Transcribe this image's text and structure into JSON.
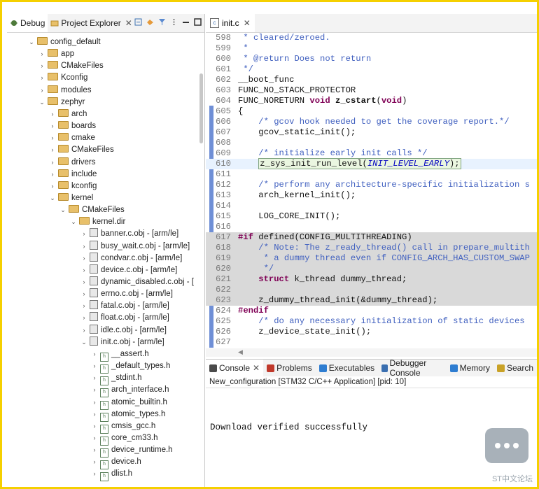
{
  "left_tabs": [
    {
      "label": "Debug"
    },
    {
      "label": "Project Explorer"
    }
  ],
  "tree": [
    {
      "depth": 0,
      "type": "folder",
      "open": true,
      "label": "config_default"
    },
    {
      "depth": 1,
      "type": "folder",
      "open": false,
      "label": "app"
    },
    {
      "depth": 1,
      "type": "folder",
      "open": false,
      "label": "CMakeFiles"
    },
    {
      "depth": 1,
      "type": "folder",
      "open": false,
      "label": "Kconfig"
    },
    {
      "depth": 1,
      "type": "folder",
      "open": false,
      "label": "modules"
    },
    {
      "depth": 1,
      "type": "folder",
      "open": true,
      "label": "zephyr"
    },
    {
      "depth": 2,
      "type": "folder",
      "open": false,
      "label": "arch"
    },
    {
      "depth": 2,
      "type": "folder",
      "open": false,
      "label": "boards"
    },
    {
      "depth": 2,
      "type": "folder",
      "open": false,
      "label": "cmake"
    },
    {
      "depth": 2,
      "type": "folder",
      "open": false,
      "label": "CMakeFiles"
    },
    {
      "depth": 2,
      "type": "folder",
      "open": false,
      "label": "drivers"
    },
    {
      "depth": 2,
      "type": "folder",
      "open": false,
      "label": "include"
    },
    {
      "depth": 2,
      "type": "folder",
      "open": false,
      "label": "kconfig"
    },
    {
      "depth": 2,
      "type": "folder",
      "open": true,
      "label": "kernel"
    },
    {
      "depth": 3,
      "type": "folder",
      "open": true,
      "label": "CMakeFiles"
    },
    {
      "depth": 4,
      "type": "folder",
      "open": true,
      "label": "kernel.dir"
    },
    {
      "depth": 5,
      "type": "obj",
      "open": false,
      "label": "banner.c.obj - [arm/le]"
    },
    {
      "depth": 5,
      "type": "obj",
      "open": false,
      "label": "busy_wait.c.obj - [arm/le]"
    },
    {
      "depth": 5,
      "type": "obj",
      "open": false,
      "label": "condvar.c.obj - [arm/le]"
    },
    {
      "depth": 5,
      "type": "obj",
      "open": false,
      "label": "device.c.obj - [arm/le]"
    },
    {
      "depth": 5,
      "type": "obj",
      "open": false,
      "label": "dynamic_disabled.c.obj - ["
    },
    {
      "depth": 5,
      "type": "obj",
      "open": false,
      "label": "errno.c.obj - [arm/le]"
    },
    {
      "depth": 5,
      "type": "obj",
      "open": false,
      "label": "fatal.c.obj - [arm/le]"
    },
    {
      "depth": 5,
      "type": "obj",
      "open": false,
      "label": "float.c.obj - [arm/le]"
    },
    {
      "depth": 5,
      "type": "obj",
      "open": false,
      "label": "idle.c.obj - [arm/le]"
    },
    {
      "depth": 5,
      "type": "obj",
      "open": true,
      "label": "init.c.obj - [arm/le]"
    },
    {
      "depth": 6,
      "type": "h",
      "open": false,
      "label": "__assert.h"
    },
    {
      "depth": 6,
      "type": "h",
      "open": false,
      "label": "_default_types.h"
    },
    {
      "depth": 6,
      "type": "h",
      "open": false,
      "label": "_stdint.h"
    },
    {
      "depth": 6,
      "type": "h",
      "open": false,
      "label": "arch_interface.h"
    },
    {
      "depth": 6,
      "type": "h",
      "open": false,
      "label": "atomic_builtin.h"
    },
    {
      "depth": 6,
      "type": "h",
      "open": false,
      "label": "atomic_types.h"
    },
    {
      "depth": 6,
      "type": "h",
      "open": false,
      "label": "cmsis_gcc.h"
    },
    {
      "depth": 6,
      "type": "h",
      "open": false,
      "label": "core_cm33.h"
    },
    {
      "depth": 6,
      "type": "h",
      "open": false,
      "label": "device_runtime.h"
    },
    {
      "depth": 6,
      "type": "h",
      "open": false,
      "label": "device.h"
    },
    {
      "depth": 6,
      "type": "h",
      "open": false,
      "label": "dlist.h"
    }
  ],
  "editor": {
    "tab_label": "init.c",
    "lines": [
      {
        "n": "598",
        "html": "<span class=\"cm\"> * cleared/zeroed.</span>"
      },
      {
        "n": "599",
        "html": "<span class=\"cm\"> *</span>"
      },
      {
        "n": "600",
        "html": "<span class=\"cm\"> * @return Does not return</span>"
      },
      {
        "n": "601",
        "html": "<span class=\"cm\"> */</span>"
      },
      {
        "n": "602",
        "html": "__boot_func"
      },
      {
        "n": "603",
        "html": "FUNC_NO_STACK_PROTECTOR"
      },
      {
        "n": "604",
        "html": "FUNC_NORETURN <span class=\"kw\">void</span> <b>z_cstart</b>(<span class=\"kw\">void</span>)"
      },
      {
        "n": "605",
        "html": "{"
      },
      {
        "n": "606",
        "html": "    <span class=\"cm\">/* gcov hook needed to get the coverage report.*/</span>"
      },
      {
        "n": "607",
        "html": "    gcov_static_init();"
      },
      {
        "n": "608",
        "html": ""
      },
      {
        "n": "609",
        "html": "    <span class=\"cm\">/* initialize early init calls */</span>"
      },
      {
        "n": "610",
        "html": "    <span class=\"hbox\">z_sys_init_run_level(<span class=\"mac\">INIT_LEVEL_EARLY</span>);</span>"
      },
      {
        "n": "611",
        "html": ""
      },
      {
        "n": "612",
        "html": "    <span class=\"cm\">/* perform any architecture-specific initialization s</span>"
      },
      {
        "n": "613",
        "html": "    arch_kernel_init();"
      },
      {
        "n": "614",
        "html": ""
      },
      {
        "n": "615",
        "html": "    LOG_CORE_INIT();"
      },
      {
        "n": "616",
        "html": ""
      },
      {
        "n": "617",
        "html": "<span class=\"kw\">#if</span> defined(CONFIG_MULTITHREADING)"
      },
      {
        "n": "618",
        "html": "    <span class=\"cm\">/* Note: The z_ready_thread() call in prepare_multith</span>"
      },
      {
        "n": "619",
        "html": "<span class=\"cm\">     * a dummy thread even if CONFIG_ARCH_HAS_CUSTOM_SWAP</span>"
      },
      {
        "n": "620",
        "html": "<span class=\"cm\">     */</span>"
      },
      {
        "n": "621",
        "html": "    <span class=\"kw\">struct</span> k_thread dummy_thread;"
      },
      {
        "n": "622",
        "html": ""
      },
      {
        "n": "623",
        "html": "    z_dummy_thread_init(&amp;dummy_thread);"
      },
      {
        "n": "624",
        "html": "<span class=\"kw\">#endif</span>"
      },
      {
        "n": "625",
        "html": "    <span class=\"cm\">/* do any necessary initialization of static devices</span>"
      },
      {
        "n": "626",
        "html": "    z_device_state_init();"
      },
      {
        "n": "627",
        "html": ""
      }
    ]
  },
  "console_tabs": [
    {
      "label": "Console",
      "active": true,
      "color": "#4a4a4a"
    },
    {
      "label": "Problems",
      "active": false,
      "color": "#c0392b"
    },
    {
      "label": "Executables",
      "active": false,
      "color": "#2e7dd1"
    },
    {
      "label": "Debugger Console",
      "active": false,
      "color": "#3a6fb0"
    },
    {
      "label": "Memory",
      "active": false,
      "color": "#2e7dd1"
    },
    {
      "label": "Search",
      "active": false,
      "color": "#c9a227"
    }
  ],
  "console": {
    "info": "New_configuration [STM32 C/C++ Application] [pid: 10]",
    "output": "Download verified successfully"
  },
  "watermark_text": "ST中文论坛"
}
